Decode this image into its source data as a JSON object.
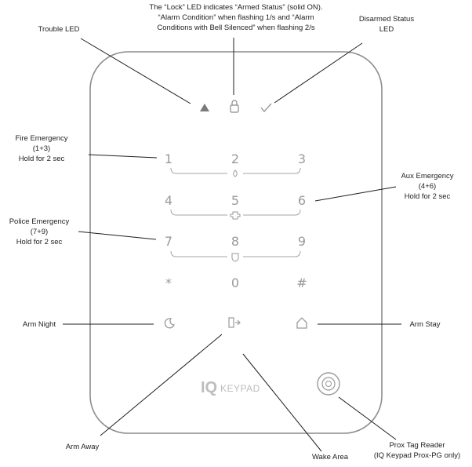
{
  "callouts": {
    "lock_led": [
      "The “Lock” LED indicates “Armed Status” (solid ON).",
      "“Alarm Condition” when flashing 1/s and “Alarm",
      "Conditions with Bell Silenced” when flashing 2/s"
    ],
    "trouble_led": [
      "Trouble LED"
    ],
    "disarmed_led": [
      "Disarmed Status",
      "LED"
    ],
    "fire_emergency": [
      "Fire Emergency",
      "(1+3)",
      "Hold for 2 sec"
    ],
    "aux_emergency": [
      "Aux Emergency",
      "(4+6)",
      "Hold for 2 sec"
    ],
    "police_emergency": [
      "Police Emergency",
      "(7+9)",
      "Hold for 2 sec"
    ],
    "arm_night": [
      "Arm Night"
    ],
    "arm_stay": [
      "Arm Stay"
    ],
    "arm_away": [
      "Arm Away"
    ],
    "wake_area": [
      "Wake Area"
    ],
    "prox_reader": [
      "Prox Tag Reader",
      "(IQ Keypad Prox-PG only)"
    ]
  },
  "keypad": {
    "keys": [
      "1",
      "2",
      "3",
      "4",
      "5",
      "6",
      "7",
      "8",
      "9",
      "*",
      "0",
      "#"
    ],
    "logo_iq": "IQ",
    "logo_text": "KEYPAD"
  },
  "colors": {
    "device_outline": "#8c8c8c",
    "key_gray": "#9a9a9a",
    "leader_line": "#1e1e1e"
  }
}
